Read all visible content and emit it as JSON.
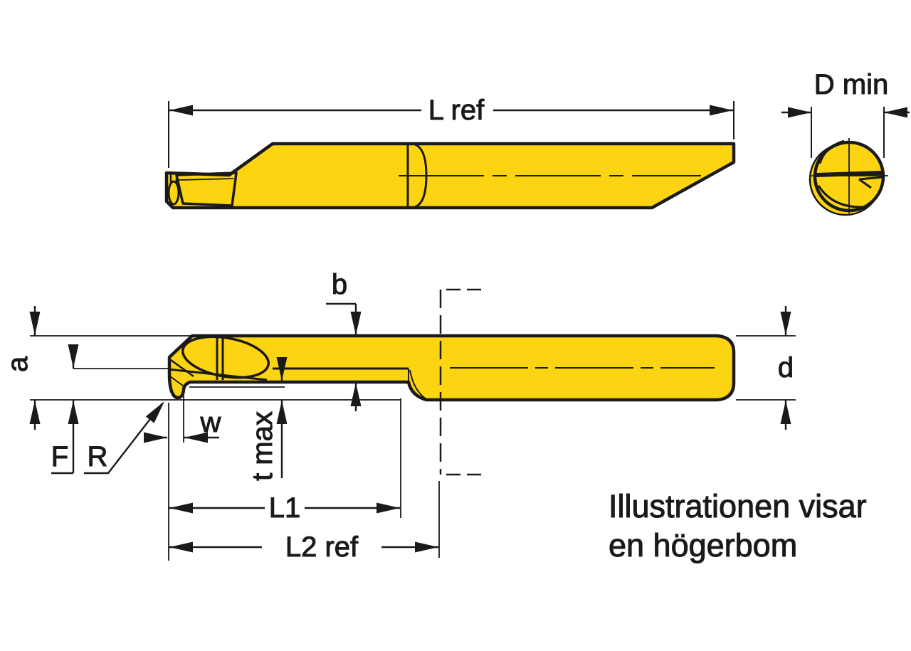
{
  "diagram": {
    "colors": {
      "tool_fill": "#fcd411",
      "line": "#1a1a1a",
      "background": "#ffffff"
    },
    "labels": {
      "l_ref": "L ref",
      "d_min": "D min",
      "a": "a",
      "b": "b",
      "d": "d",
      "f": "F",
      "r": "R",
      "w": "w",
      "t_max": "t max",
      "l1": "L1",
      "l2_ref": "L2 ref"
    },
    "caption": {
      "line1": "Illustrationen visar",
      "line2": "en högerbom"
    }
  }
}
